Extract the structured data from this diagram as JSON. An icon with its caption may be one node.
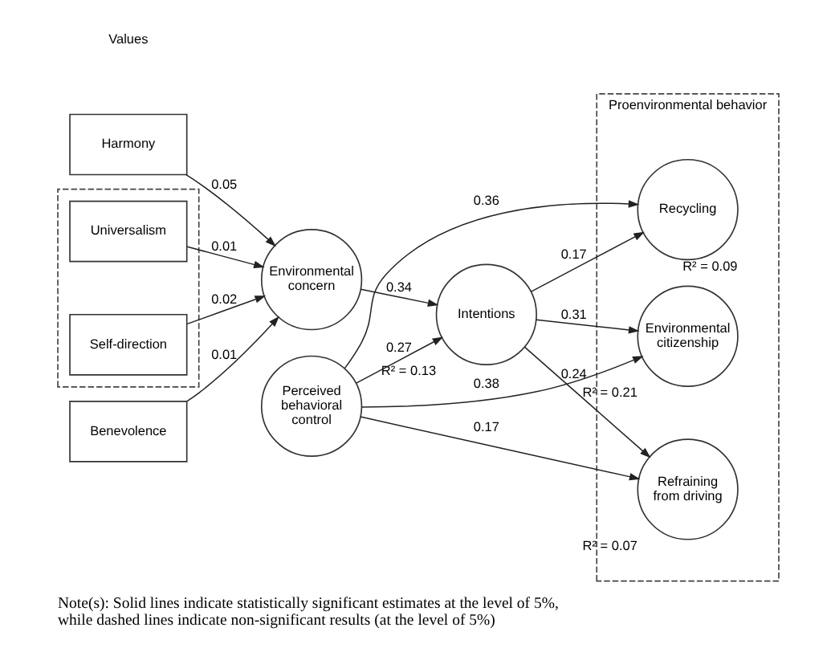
{
  "diagram": {
    "caption": "Note(s): Solid lines indicate statistically significant estimates at the level of 5%, while dashed lines indicate non-significant results (at the level of 5%)",
    "nodes": [
      {
        "text": [
          "Harmony"
        ]
      },
      {
        "text": [],
        "shape": "box"
      },
      {
        "text": [
          "Universalism"
        ],
        "in": 1
      },
      {
        "text": [
          "Self-direction"
        ],
        "in": 1
      },
      {
        "text": [
          "Benevolence"
        ]
      },
      {
        "text": [
          "Environmental concern"
        ]
      },
      {
        "text": [
          "Intentions"
        ],
        "beside": [
          "R² = 0.13"
        ]
      },
      {
        "text": [
          "Perceived behavioral control"
        ]
      },
      {
        "text": [
          "Proenvironmental behavior"
        ]
      },
      {
        "text": [
          "Recycling"
        ],
        "in": 8,
        "beside": [
          "R² = 0.09"
        ]
      },
      {
        "text": [
          "Refraining from driving"
        ],
        "in": 8,
        "beside": [
          "R² = 0.07"
        ]
      },
      {
        "text": [
          "Environmental citizenship"
        ],
        "in": 8,
        "beside": [
          "R² = 0.21"
        ]
      }
    ],
    "edges": [
      {
        "from": 0,
        "to": 5,
        "arrow": "to",
        "label": "0.05"
      },
      {
        "from": 2,
        "to": 5,
        "arrow": "to",
        "label": "0.01"
      },
      {
        "from": 3,
        "to": 5,
        "arrow": "to",
        "label": "0.02"
      },
      {
        "from": 4,
        "to": 5,
        "arrow": "to",
        "label": "0.01"
      },
      {
        "from": 5,
        "to": 6,
        "arrow": "to",
        "label": "0.34"
      },
      {
        "from": 7,
        "to": 6,
        "arrow": "to",
        "label": "0.27"
      },
      {
        "from": 6,
        "to": 9,
        "arrow": "to",
        "label": "0.17"
      },
      {
        "from": 6,
        "to": 10,
        "arrow": "to",
        "label": "0.24"
      },
      {
        "from": 6,
        "to": 11,
        "arrow": "to",
        "label": "0.31"
      },
      {
        "from": 7,
        "to": 9,
        "arrow": "to",
        "label": "0.36"
      },
      {
        "from": 7,
        "to": 10,
        "arrow": "to",
        "label": "0.17"
      },
      {
        "from": 7,
        "to": 11,
        "arrow": "to",
        "label": "0.38"
      }
    ],
    "labels": [
      "Values"
    ]
  }
}
